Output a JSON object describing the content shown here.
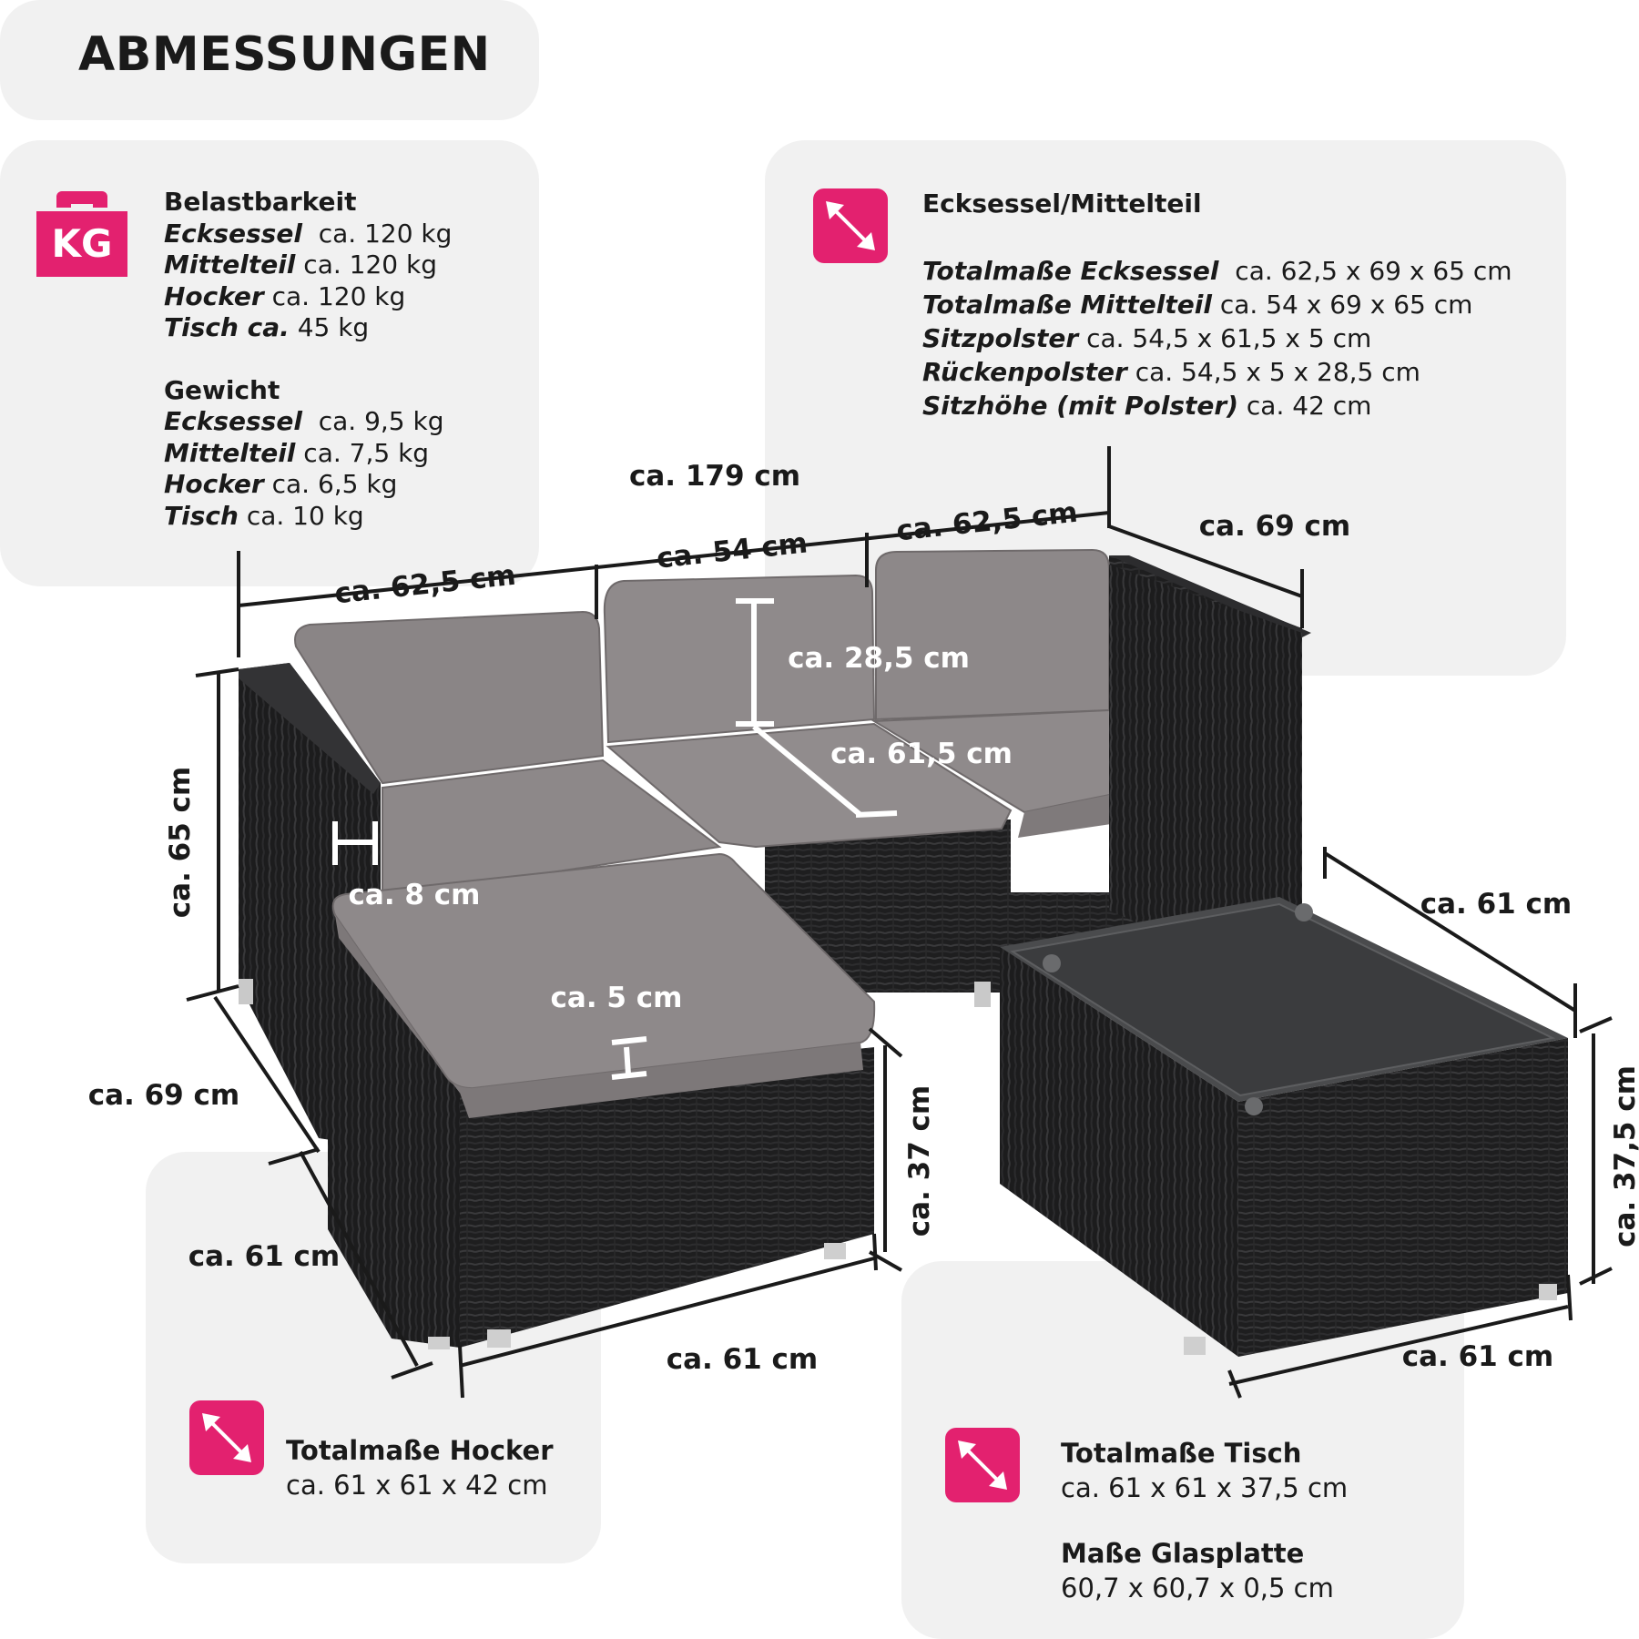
{
  "title": "ABMESSUNGEN",
  "weight": {
    "icon": "weight-kg-icon",
    "icon_label": "KG",
    "load_heading": "Belastbarkeit",
    "load": [
      {
        "key": "Ecksessel",
        "value": "ca. 120 kg"
      },
      {
        "key": "Mittelteil",
        "value": "ca. 120 kg"
      },
      {
        "key": "Hocker",
        "value": "ca. 120 kg"
      },
      {
        "key": "Tisch ca.",
        "value": "45 kg"
      }
    ],
    "weight_heading": "Gewicht",
    "weights": [
      {
        "key": "Ecksessel",
        "value": "ca. 9,5 kg"
      },
      {
        "key": "Mittelteil",
        "value": "ca. 7,5 kg"
      },
      {
        "key": "Hocker",
        "value": "ca. 6,5 kg"
      },
      {
        "key": "Tisch",
        "value": "ca. 10 kg"
      }
    ]
  },
  "dimensions": {
    "icon": "resize-arrow-icon",
    "heading": "Ecksessel/Mittelteil",
    "items": [
      {
        "key": "Totalmaße Ecksessel",
        "value": "ca. 62,5 x 69 x 65 cm"
      },
      {
        "key": "Totalmaße Mittelteil",
        "value": "ca. 54 x 69 x 65 cm"
      },
      {
        "key": "Sitzpolster",
        "value": "ca. 54,5 x 61,5 x 5 cm"
      },
      {
        "key": "Rückenpolster",
        "value": "ca. 54,5 x 5 x 28,5 cm"
      },
      {
        "key": "Sitzhöhe (mit Polster)",
        "value": "ca. 42 cm"
      }
    ]
  },
  "hocker": {
    "icon": "resize-arrow-icon",
    "heading": "Totalmaße Hocker",
    "value": "ca. 61 x 61 x 42 cm"
  },
  "tisch": {
    "icon": "resize-arrow-icon",
    "heading": "Totalmaße Tisch",
    "value": "ca. 61 x 61 x 37,5 cm",
    "glass_heading": "Maße Glasplatte",
    "glass_value": "60,7 x 60,7 x 0,5 cm"
  },
  "labels": {
    "total_width": "ca. 179 cm",
    "left_width": "ca. 62,5 cm",
    "mid_width": "ca. 54 cm",
    "right_width": "ca. 62,5 cm",
    "right_depth": "ca. 69 cm",
    "height": "ca. 65 cm",
    "back_cushion": "ca. 28,5 cm",
    "seat_depth": "ca. 61,5 cm",
    "armrest": "ca. 8 cm",
    "cushion": "ca. 5 cm",
    "left_depth": "ca. 69 cm",
    "hocker_depth": "ca. 61 cm",
    "hocker_width": "ca. 61 cm",
    "hocker_height": "ca. 37 cm",
    "table_depth": "ca. 61 cm",
    "table_width": "ca. 61 cm",
    "table_height": "ca. 37,5 cm"
  },
  "colors": {
    "accent": "#e3216f",
    "panel": "#f1f1f1",
    "cushion": "#8a8586",
    "rattan": "#1e1e1f"
  }
}
